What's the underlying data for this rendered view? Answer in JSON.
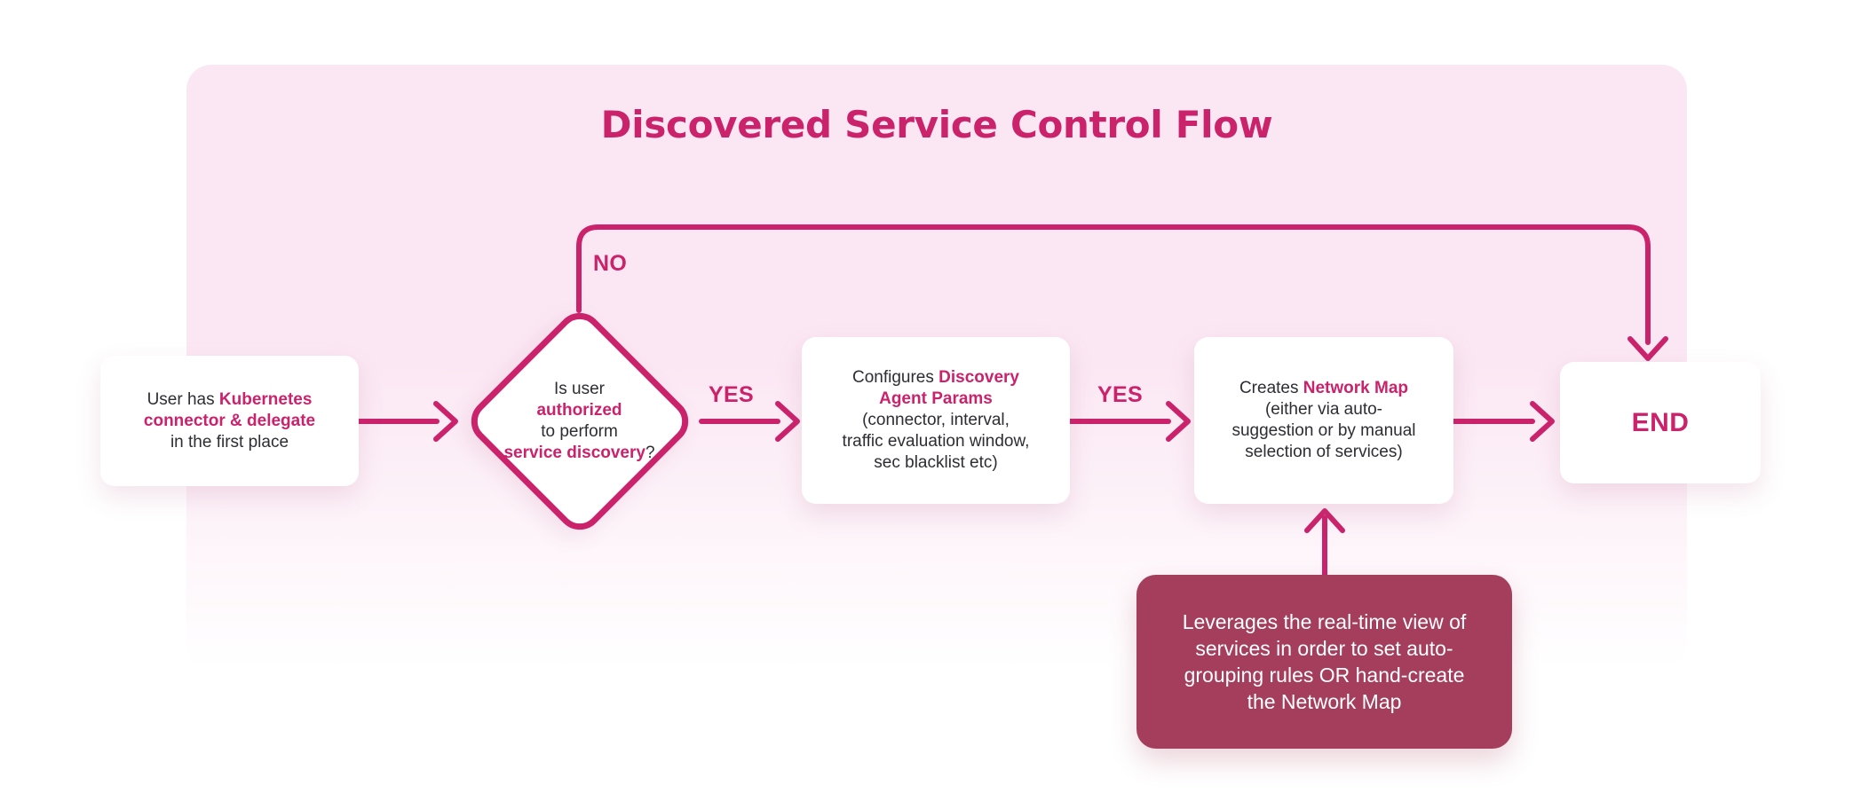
{
  "title": "Discovered Service Control Flow",
  "colors": {
    "accent": "#CB226C",
    "text_dark": "#2d2d33",
    "note_bg": "#A43E5C",
    "note_text": "#FFFFFF",
    "panel_pink": "#FBE7F3",
    "node_bg": "#FFFFFF"
  },
  "labels": {
    "no": "NO",
    "yes1": "YES",
    "yes2": "YES"
  },
  "nodes": {
    "start": {
      "lines": [
        [
          {
            "t": "User has ",
            "em": 0
          },
          {
            "t": "Kubernetes",
            "em": 1
          }
        ],
        [
          {
            "t": "connector & delegate",
            "em": 1
          }
        ],
        [
          {
            "t": "in the first place",
            "em": 0
          }
        ]
      ]
    },
    "decision": {
      "lines": [
        [
          {
            "t": "Is user",
            "em": 0
          }
        ],
        [
          {
            "t": "authorized",
            "em": 1
          }
        ],
        [
          {
            "t": "to perform",
            "em": 0
          }
        ],
        [
          {
            "t": "service discovery",
            "em": 1
          },
          {
            "t": "?",
            "em": 0
          }
        ]
      ]
    },
    "configure": {
      "lines": [
        [
          {
            "t": "Configures ",
            "em": 0
          },
          {
            "t": "Discovery",
            "em": 1
          }
        ],
        [
          {
            "t": "Agent Params",
            "em": 1
          }
        ],
        [
          {
            "t": "(connector, interval,",
            "em": 0
          }
        ],
        [
          {
            "t": "traffic evaluation window,",
            "em": 0
          }
        ],
        [
          {
            "t": "sec blacklist etc)",
            "em": 0
          }
        ]
      ]
    },
    "create": {
      "lines": [
        [
          {
            "t": "Creates ",
            "em": 0
          },
          {
            "t": "Network Map",
            "em": 1
          }
        ],
        [
          {
            "t": "(either via auto-",
            "em": 0
          }
        ],
        [
          {
            "t": "suggestion or by manual",
            "em": 0
          }
        ],
        [
          {
            "t": "selection of services)",
            "em": 0
          }
        ]
      ]
    },
    "end": {
      "label": "END"
    },
    "note": {
      "lines": [
        [
          {
            "t": "Leverages the real-time view of",
            "em": 0
          }
        ],
        [
          {
            "t": "services in order to set auto-",
            "em": 0
          }
        ],
        [
          {
            "t": "grouping rules OR hand-create",
            "em": 0
          }
        ],
        [
          {
            "t": "the Network Map",
            "em": 0
          }
        ]
      ]
    }
  }
}
